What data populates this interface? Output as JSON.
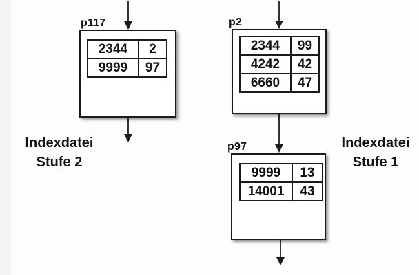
{
  "nodes": {
    "p117": {
      "label": "p117",
      "rows": [
        [
          "2344",
          "2"
        ],
        [
          "9999",
          "97"
        ]
      ]
    },
    "p2": {
      "label": "p2",
      "rows": [
        [
          "2344",
          "99"
        ],
        [
          "4242",
          "42"
        ],
        [
          "6660",
          "47"
        ]
      ]
    },
    "p97": {
      "label": "p97",
      "rows": [
        [
          "9999",
          "13"
        ],
        [
          "14001",
          "43"
        ]
      ]
    }
  },
  "side_labels": {
    "left": {
      "line1": "Indexdatei",
      "line2": "Stufe 2"
    },
    "right": {
      "line1": "Indexdatei",
      "line2": "Stufe 1"
    }
  },
  "edges": [
    {
      "from": "above",
      "to": "p117"
    },
    {
      "from": "p117",
      "to": "below"
    },
    {
      "from": "above",
      "to": "p2"
    },
    {
      "from": "p2",
      "to": "p97"
    },
    {
      "from": "p97",
      "to": "below"
    }
  ],
  "colors": {
    "line": "#1c1c1c",
    "box_fill": "#ffffff",
    "background": "#fdfdfd"
  }
}
